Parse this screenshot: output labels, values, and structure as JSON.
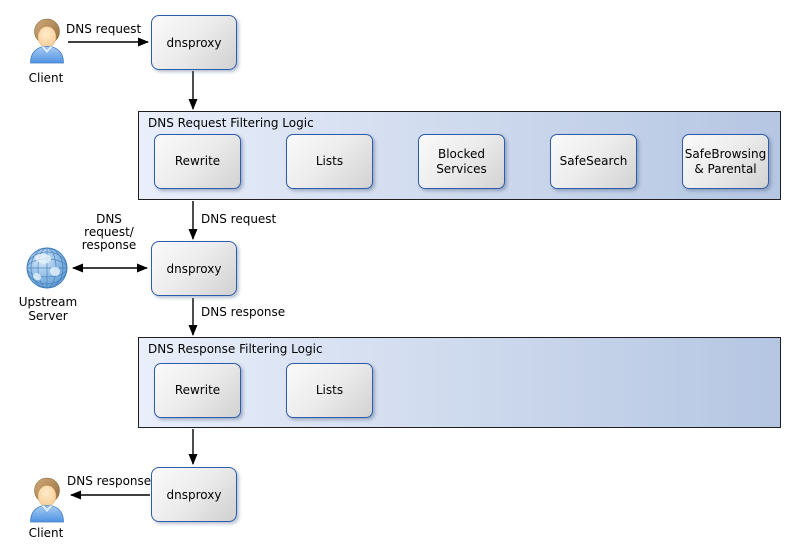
{
  "nodes": {
    "client_top": {
      "label": "Client"
    },
    "dnsproxy1": {
      "label": "dnsproxy"
    },
    "dnsproxy2": {
      "label": "dnsproxy"
    },
    "dnsproxy3": {
      "label": "dnsproxy"
    },
    "upstream": {
      "line1": "Upstream",
      "line2": "Server"
    },
    "client_bottom": {
      "label": "Client"
    }
  },
  "containers": {
    "request": {
      "title": "DNS Request Filtering Logic",
      "steps": [
        "Rewrite",
        "Lists",
        "Blocked Services",
        "SafeSearch",
        "SafeBrowsing & Parental"
      ]
    },
    "response": {
      "title": "DNS Response Filtering Logic",
      "steps": [
        "Rewrite",
        "Lists"
      ]
    }
  },
  "edge_labels": {
    "client_to_dnsproxy": "DNS request",
    "filter_to_dnsproxy": "DNS request",
    "upstream_exchange": [
      "DNS",
      "request/",
      "response"
    ],
    "dnsproxy_to_filter": "DNS response",
    "dnsproxy_to_client": "DNS response"
  },
  "icons": {
    "client_top": "person-icon",
    "upstream": "globe-icon",
    "client_bottom": "person-icon"
  },
  "colors": {
    "box_border": "#2d5ca8",
    "box_fill_light": "#fafafa",
    "box_fill_dark": "#d0d0d0",
    "container_fill_left": "#e9eefa",
    "container_fill_right": "#b5c6e3",
    "container_border": "#1f1f1f",
    "arrow": "#000000",
    "globe_blue": "#6fa7dc",
    "shirt_blue": "#63a1e8",
    "hair_brown": "#b68d5c"
  }
}
